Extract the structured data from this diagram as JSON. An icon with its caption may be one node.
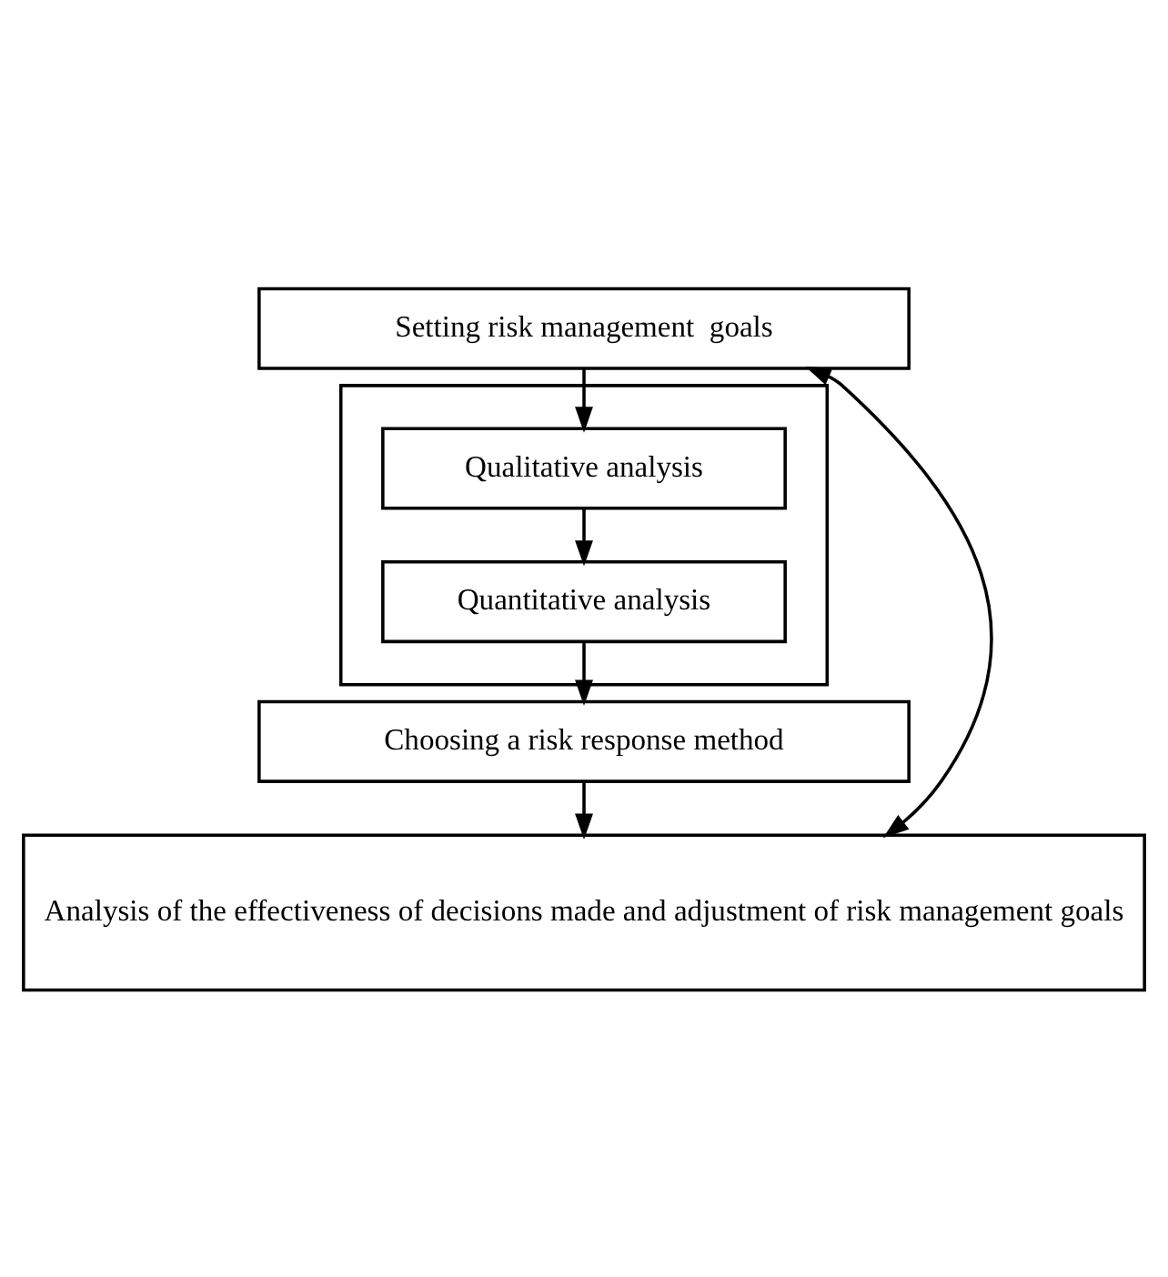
{
  "diagram": {
    "nodes": [
      {
        "text": [
          "Setting risk management  goals"
        ]
      },
      {
        "text": [],
        "shape": "box"
      },
      {
        "text": [
          "Qualitative analysis"
        ],
        "in": 1
      },
      {
        "text": [
          "Quantitative analysis"
        ],
        "in": 1
      },
      {
        "text": [
          "Choosing a risk response method"
        ]
      },
      {
        "text": [
          "Analysis of the effectiveness of decisions made and adjustment of risk management goals"
        ]
      }
    ],
    "edges": [
      {
        "from": 0,
        "to": 2,
        "arrow": "to"
      },
      {
        "from": 2,
        "to": 3,
        "arrow": "to"
      },
      {
        "from": 3,
        "to": 4,
        "arrow": "to"
      },
      {
        "from": 4,
        "to": 5,
        "arrow": "to"
      },
      {
        "from": 5,
        "to": 0,
        "arrow": "both"
      }
    ]
  }
}
